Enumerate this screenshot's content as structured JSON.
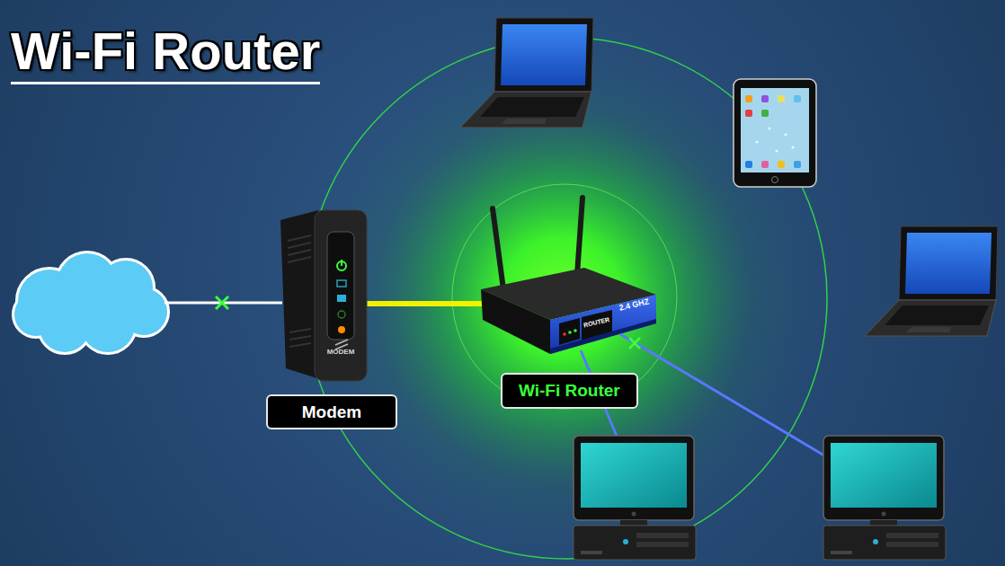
{
  "diagram": {
    "title": "Wi-Fi Router",
    "nodes": [
      {
        "text": [
          "Modem"
        ]
      },
      {
        "text": [
          "Wi-Fi Router"
        ]
      }
    ],
    "edges": [
      {
        "from": 0,
        "to": 1,
        "arrow": "none"
      }
    ],
    "labels": [
      "MODEM",
      "ROUTER",
      "2.4 GHZ"
    ]
  }
}
